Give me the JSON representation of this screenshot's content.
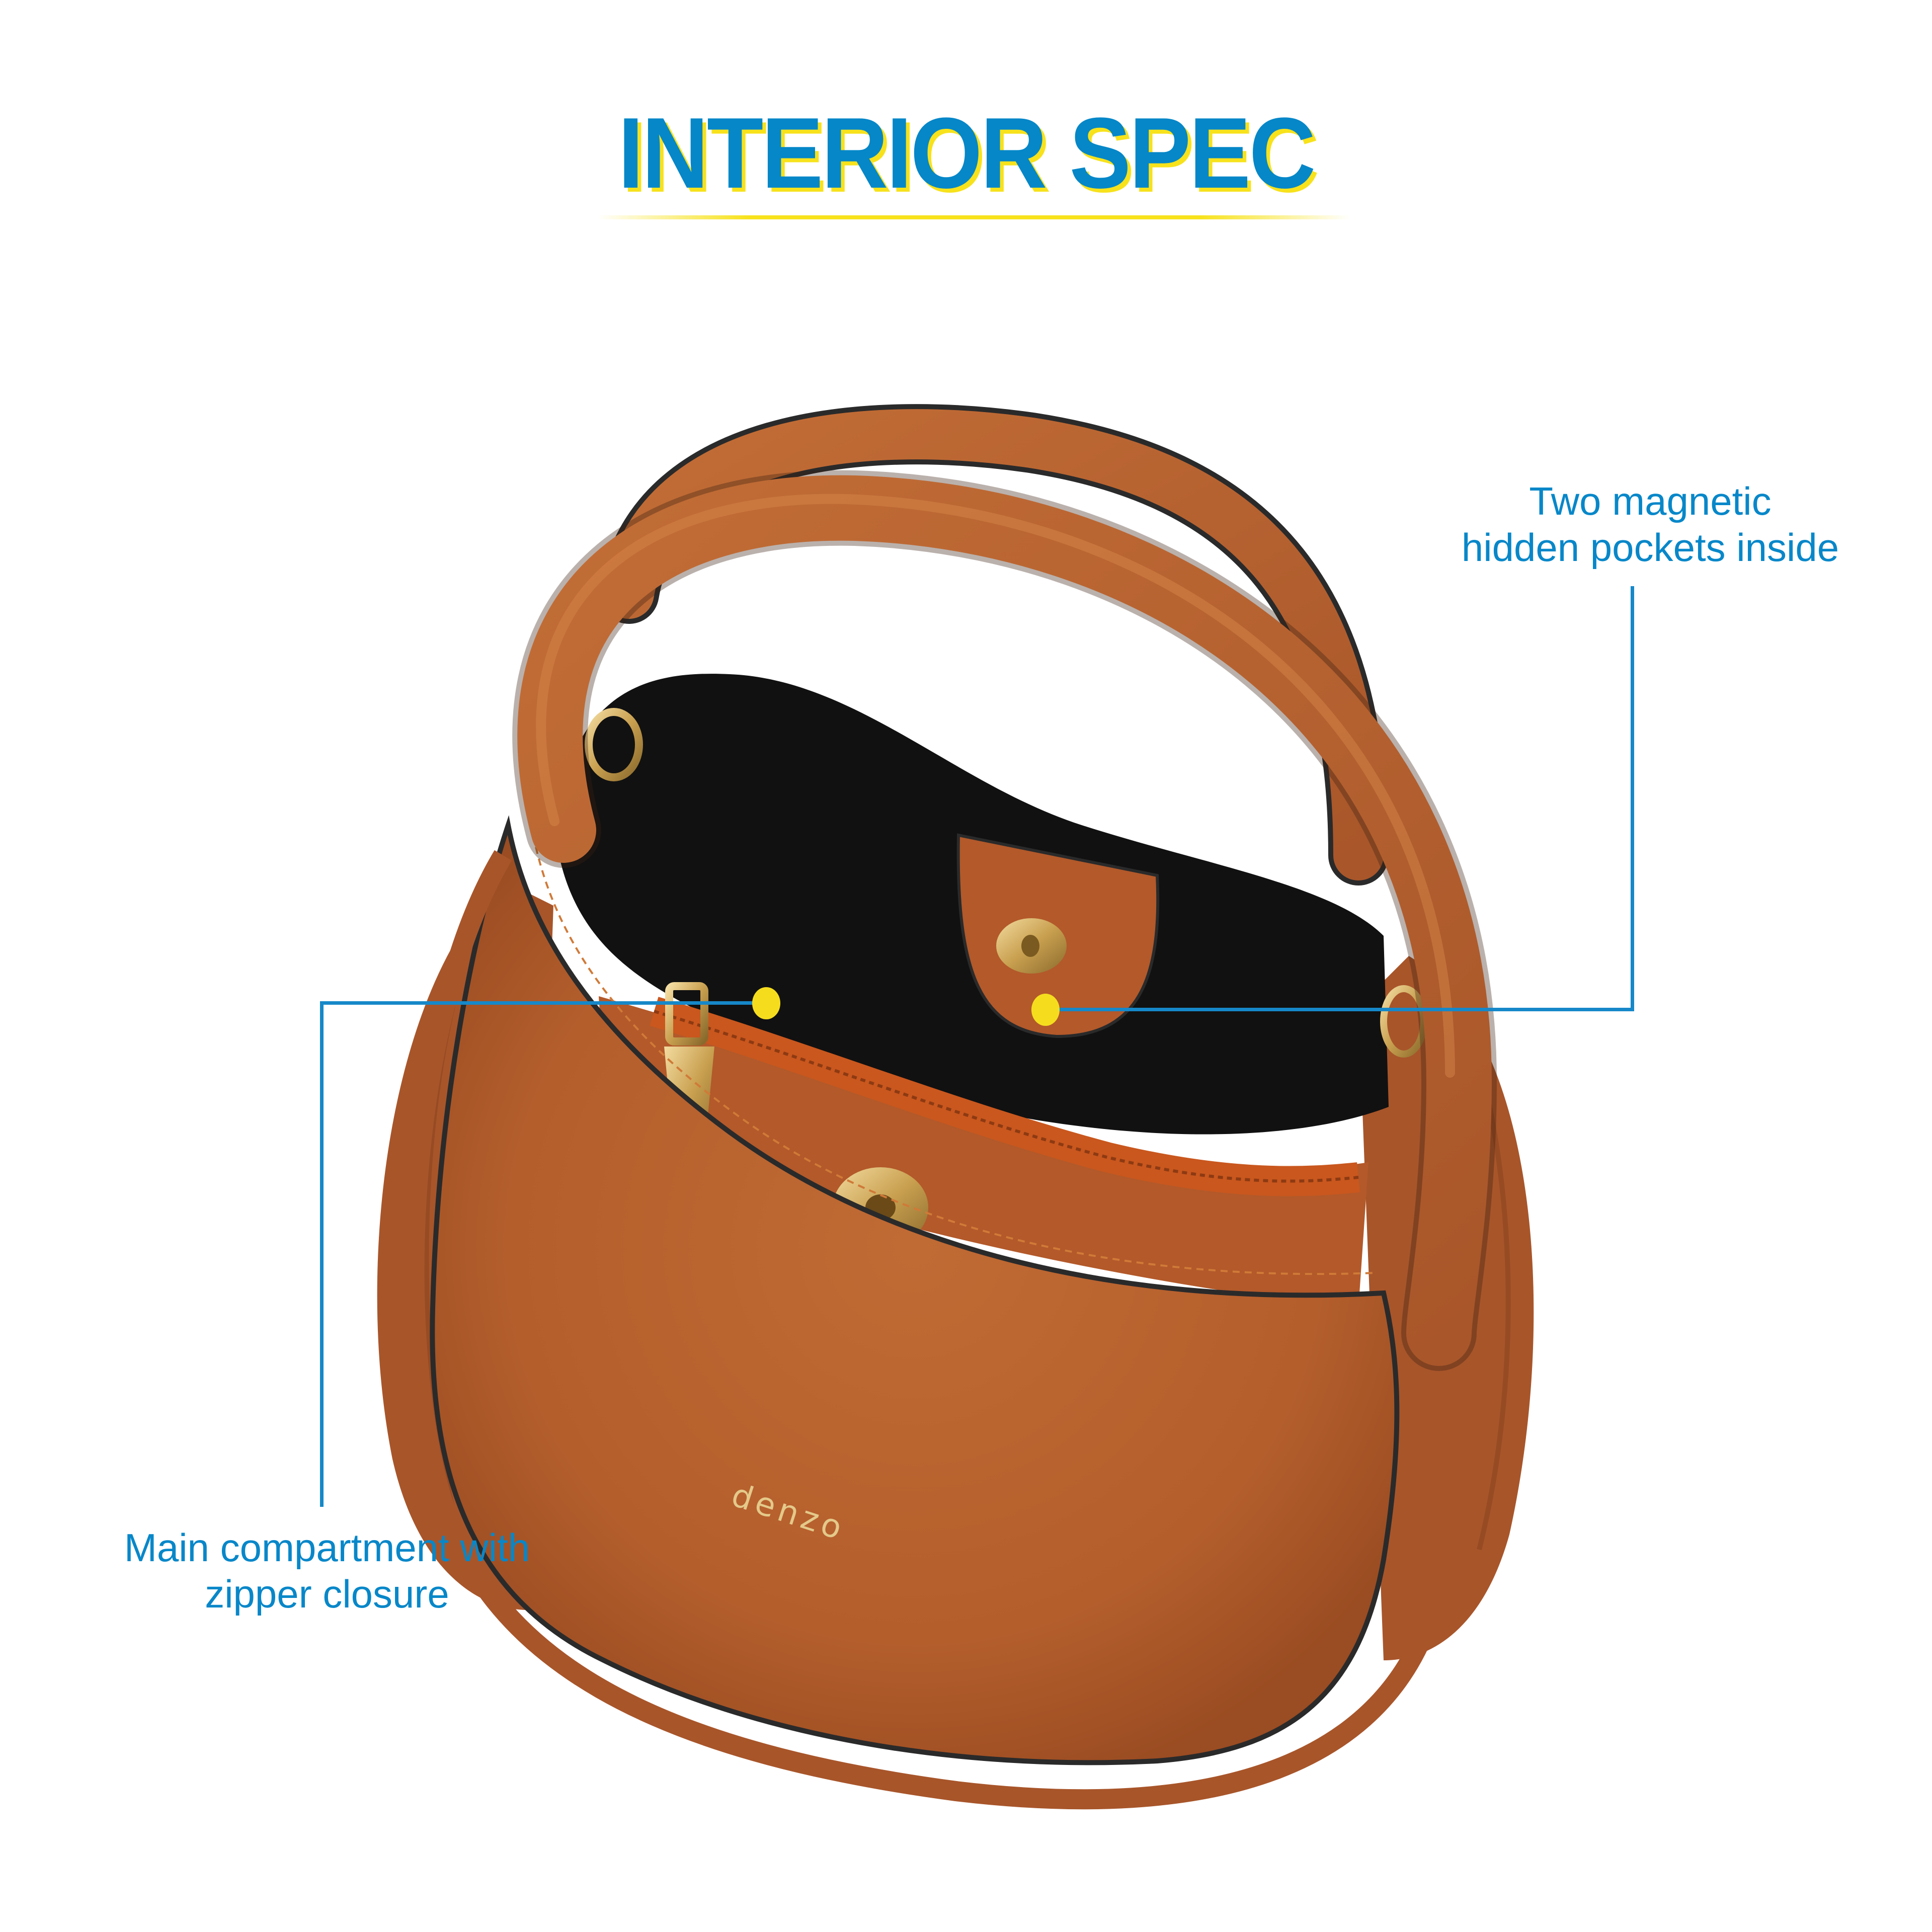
{
  "header": {
    "title": "INTERIOR SPEC"
  },
  "product": {
    "brand_logo": "denzo",
    "description": "Tan pebbled-leather top-handle bag with black interior, viewed from above"
  },
  "callouts": [
    {
      "id": "pockets",
      "lines": [
        "Two magnetic",
        "hidden pockets inside"
      ]
    },
    {
      "id": "main-compartment",
      "lines": [
        "Main compartment with",
        "zipper closure"
      ]
    }
  ],
  "colors": {
    "title_blue": "#0587c8",
    "title_shadow_yellow": "#f7e21c",
    "callout_blue": "#1688c9",
    "callout_dot_yellow": "#f5dd1e",
    "leather_tan": "#b8622e",
    "interior_black": "#111111",
    "zipper_orange": "#c9571e",
    "hardware_gold": "#d9b56a"
  }
}
